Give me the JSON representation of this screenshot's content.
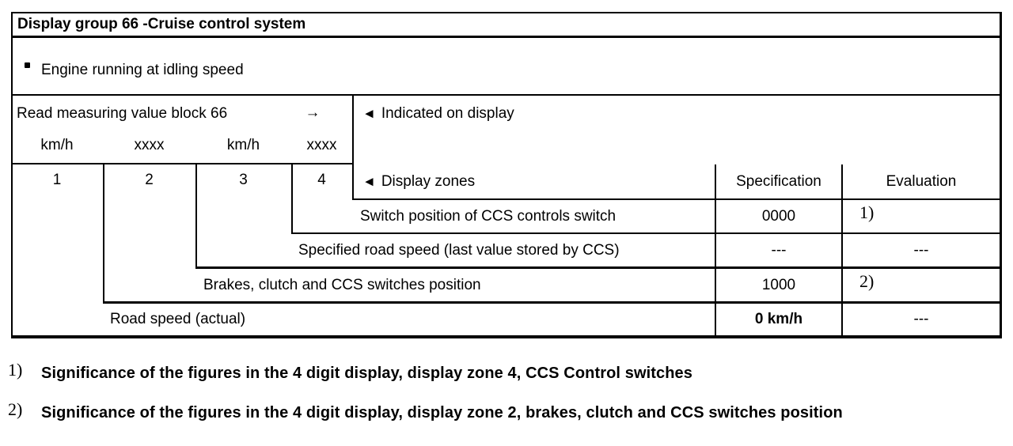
{
  "table": {
    "title": "Display group 66 -Cruise control system",
    "condition_bullet": "Engine running at idling speed",
    "header": {
      "read_instruction": "Read measuring value block 66",
      "arrow": "→",
      "indicated_marker": "◄",
      "indicated_label": "Indicated on display",
      "zone_formats": [
        "km/h",
        "xxxx",
        "km/h",
        "xxxx"
      ]
    },
    "zones_row": {
      "zone_numbers": [
        "1",
        "2",
        "3",
        "4"
      ],
      "display_zones_marker": "◄",
      "display_zones_label": "Display zones",
      "specification_header": "Specification",
      "evaluation_header": "Evaluation"
    },
    "rows": [
      {
        "description": "Switch position of CCS controls switch",
        "specification": "0000",
        "evaluation": "1)"
      },
      {
        "description": "Specified road speed (last value stored by CCS)",
        "specification": "---",
        "evaluation": "---"
      },
      {
        "description": "Brakes, clutch and CCS switches position",
        "specification": "1000",
        "evaluation": "2)"
      },
      {
        "description": "Road speed (actual)",
        "specification": "0 km/h",
        "evaluation": "---"
      }
    ]
  },
  "footnotes": [
    {
      "marker": "1)",
      "text": "Significance of the figures in the 4 digit display, display zone 4, CCS Control switches"
    },
    {
      "marker": "2)",
      "text": "Significance of the figures in the 4 digit display, display zone 2, brakes, clutch and CCS switches position"
    }
  ],
  "colors": {
    "ink": "#000000",
    "paper": "#ffffff"
  }
}
